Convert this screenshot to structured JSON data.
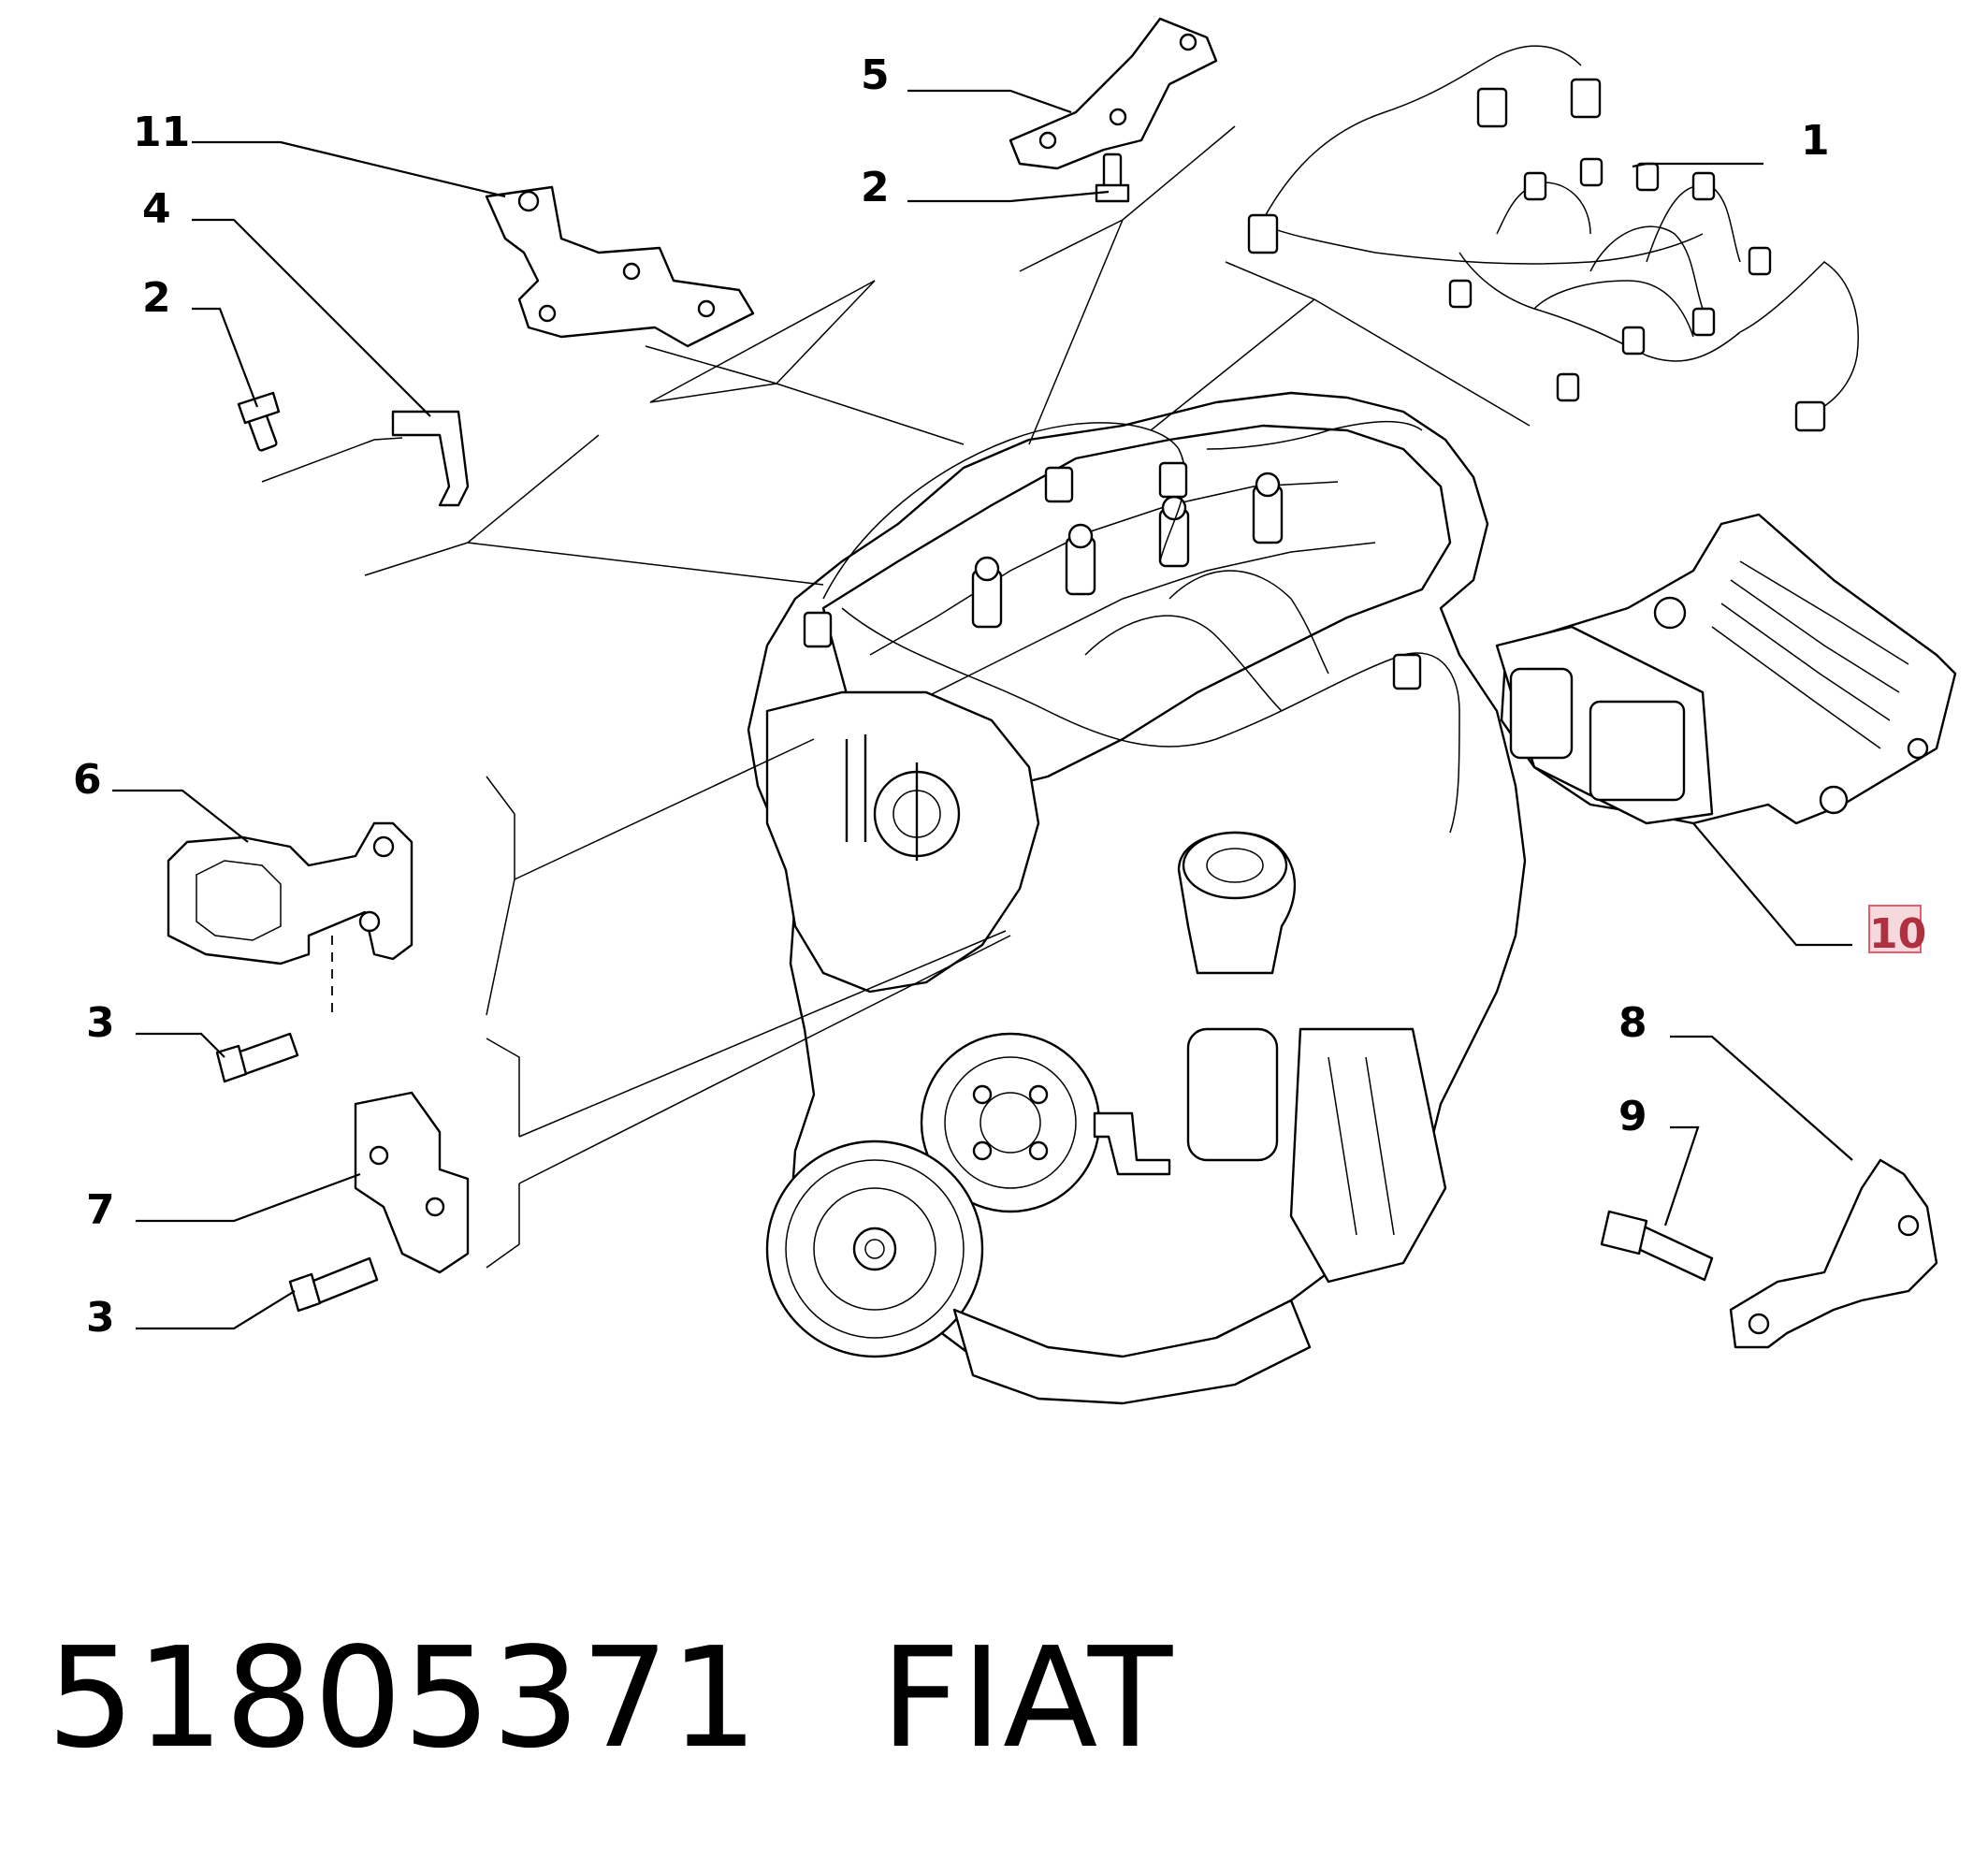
{
  "callouts": {
    "c1": "1",
    "c2a": "2",
    "c2b": "2",
    "c3a": "3",
    "c3b": "3",
    "c4": "4",
    "c5": "5",
    "c6": "6",
    "c7": "7",
    "c8": "8",
    "c9": "9",
    "c10": "10",
    "c11": "11"
  },
  "footer": {
    "part_number": "51805371",
    "brand": "FIAT"
  },
  "colors": {
    "highlight_box": "#e06070",
    "highlight_fill": "#f6d9dd"
  }
}
